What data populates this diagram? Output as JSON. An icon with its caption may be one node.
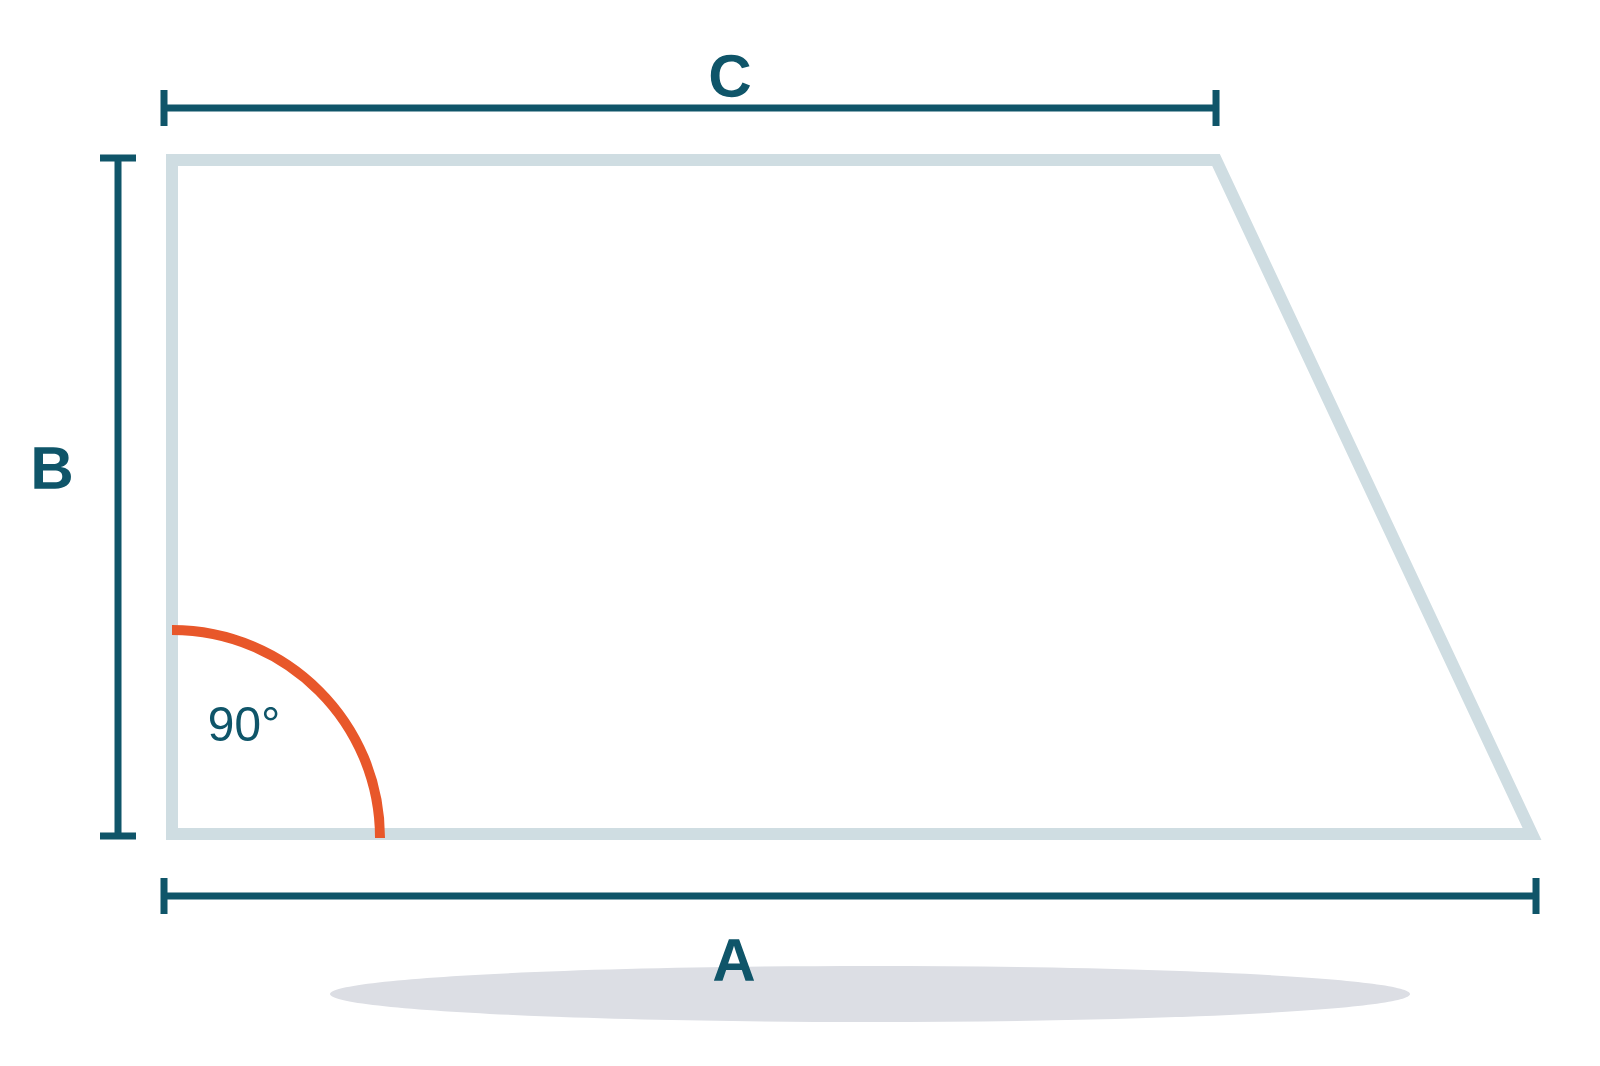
{
  "diagram": {
    "labels": [
      "C",
      "B",
      "90°",
      "A"
    ]
  }
}
